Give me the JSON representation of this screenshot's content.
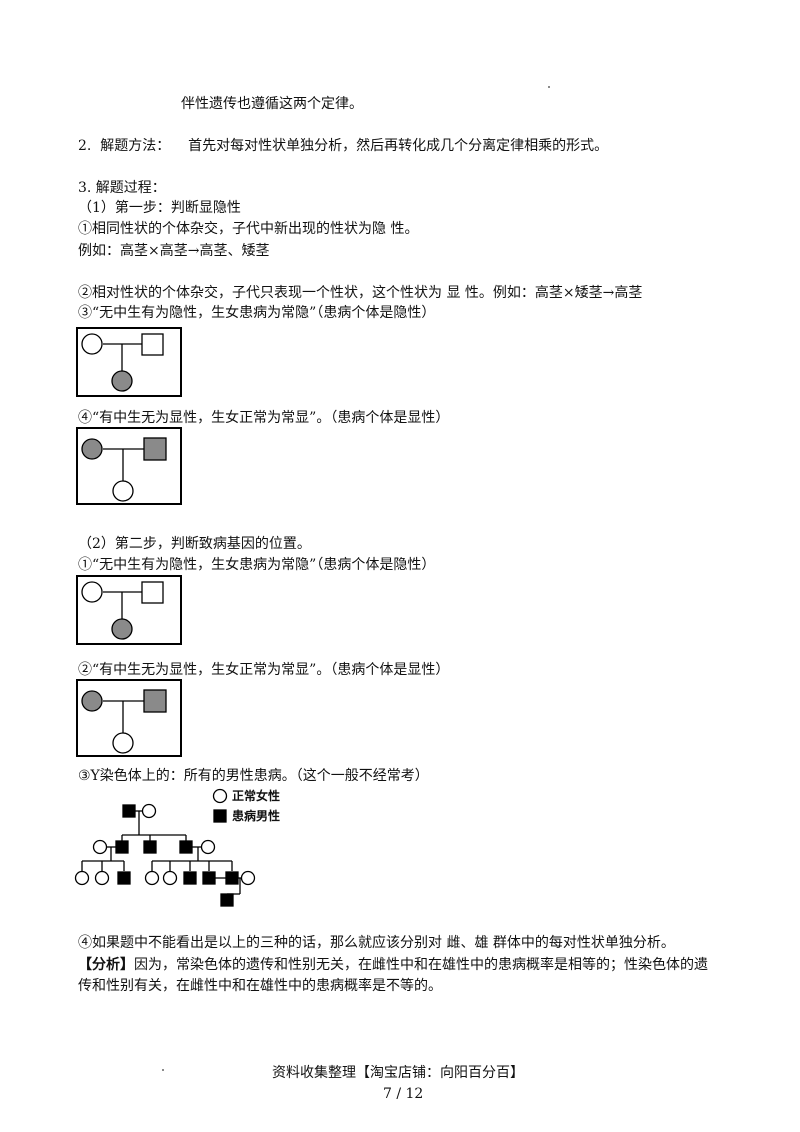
{
  "lines": {
    "l1": "伴性遗传也遵循这两个定律。",
    "l2_num": "2.",
    "l2_label": "解题方法：",
    "l2_text": "首先对每对性状单独分析，然后再转化成几个分离定律相乘的形式。",
    "l3": "3. 解题过程：",
    "l4": "（1）第一步：判断显隐性",
    "l5": "①相同性状的个体杂交，子代中新出现的性状为隐 性。",
    "l6": "例如：高茎×高茎→高茎、矮茎",
    "l7": "②相对性状的个体杂交，子代只表现一个性状，这个性状为 显 性。例如：高茎×矮茎→高茎",
    "l8": "③“无中生有为隐性，生女患病为常隐”（患病个体是隐性）",
    "l9": "④“有中生无为显性，生女正常为常显”。（患病个体是显性）",
    "l10": "（2）第二步，判断致病基因的位置。",
    "l11": "①“无中生有为隐性，生女患病为常隐”（患病个体是隐性）",
    "l12": "②“有中生无为显性，生女正常为常显”。（患病个体是显性）",
    "l13": "③Y染色体上的：所有的男性患病。（这个一般不经常考）",
    "l14": "④如果题中不能看出是以上的三种的话，那么就应该分别对 雌、雄 群体中的每对性状单独分析。",
    "l15_label": "【分析】",
    "l15a": "因为，常染色体的遗传和性别无关，在雌性中和在雄性中的患病概率是相等的；性染色体的遗",
    "l15b": "传和性别有关，在雌性中和在雄性中的患病概率是不等的。"
  },
  "legend": {
    "female": "正常女性",
    "male": "患病男性"
  },
  "footer": {
    "source": "资料收集整理【淘宝店铺：向阳百分百】",
    "page": "7 / 12"
  },
  "colors": {
    "affected": "#8a8a8a",
    "y_affected": "#000000"
  }
}
